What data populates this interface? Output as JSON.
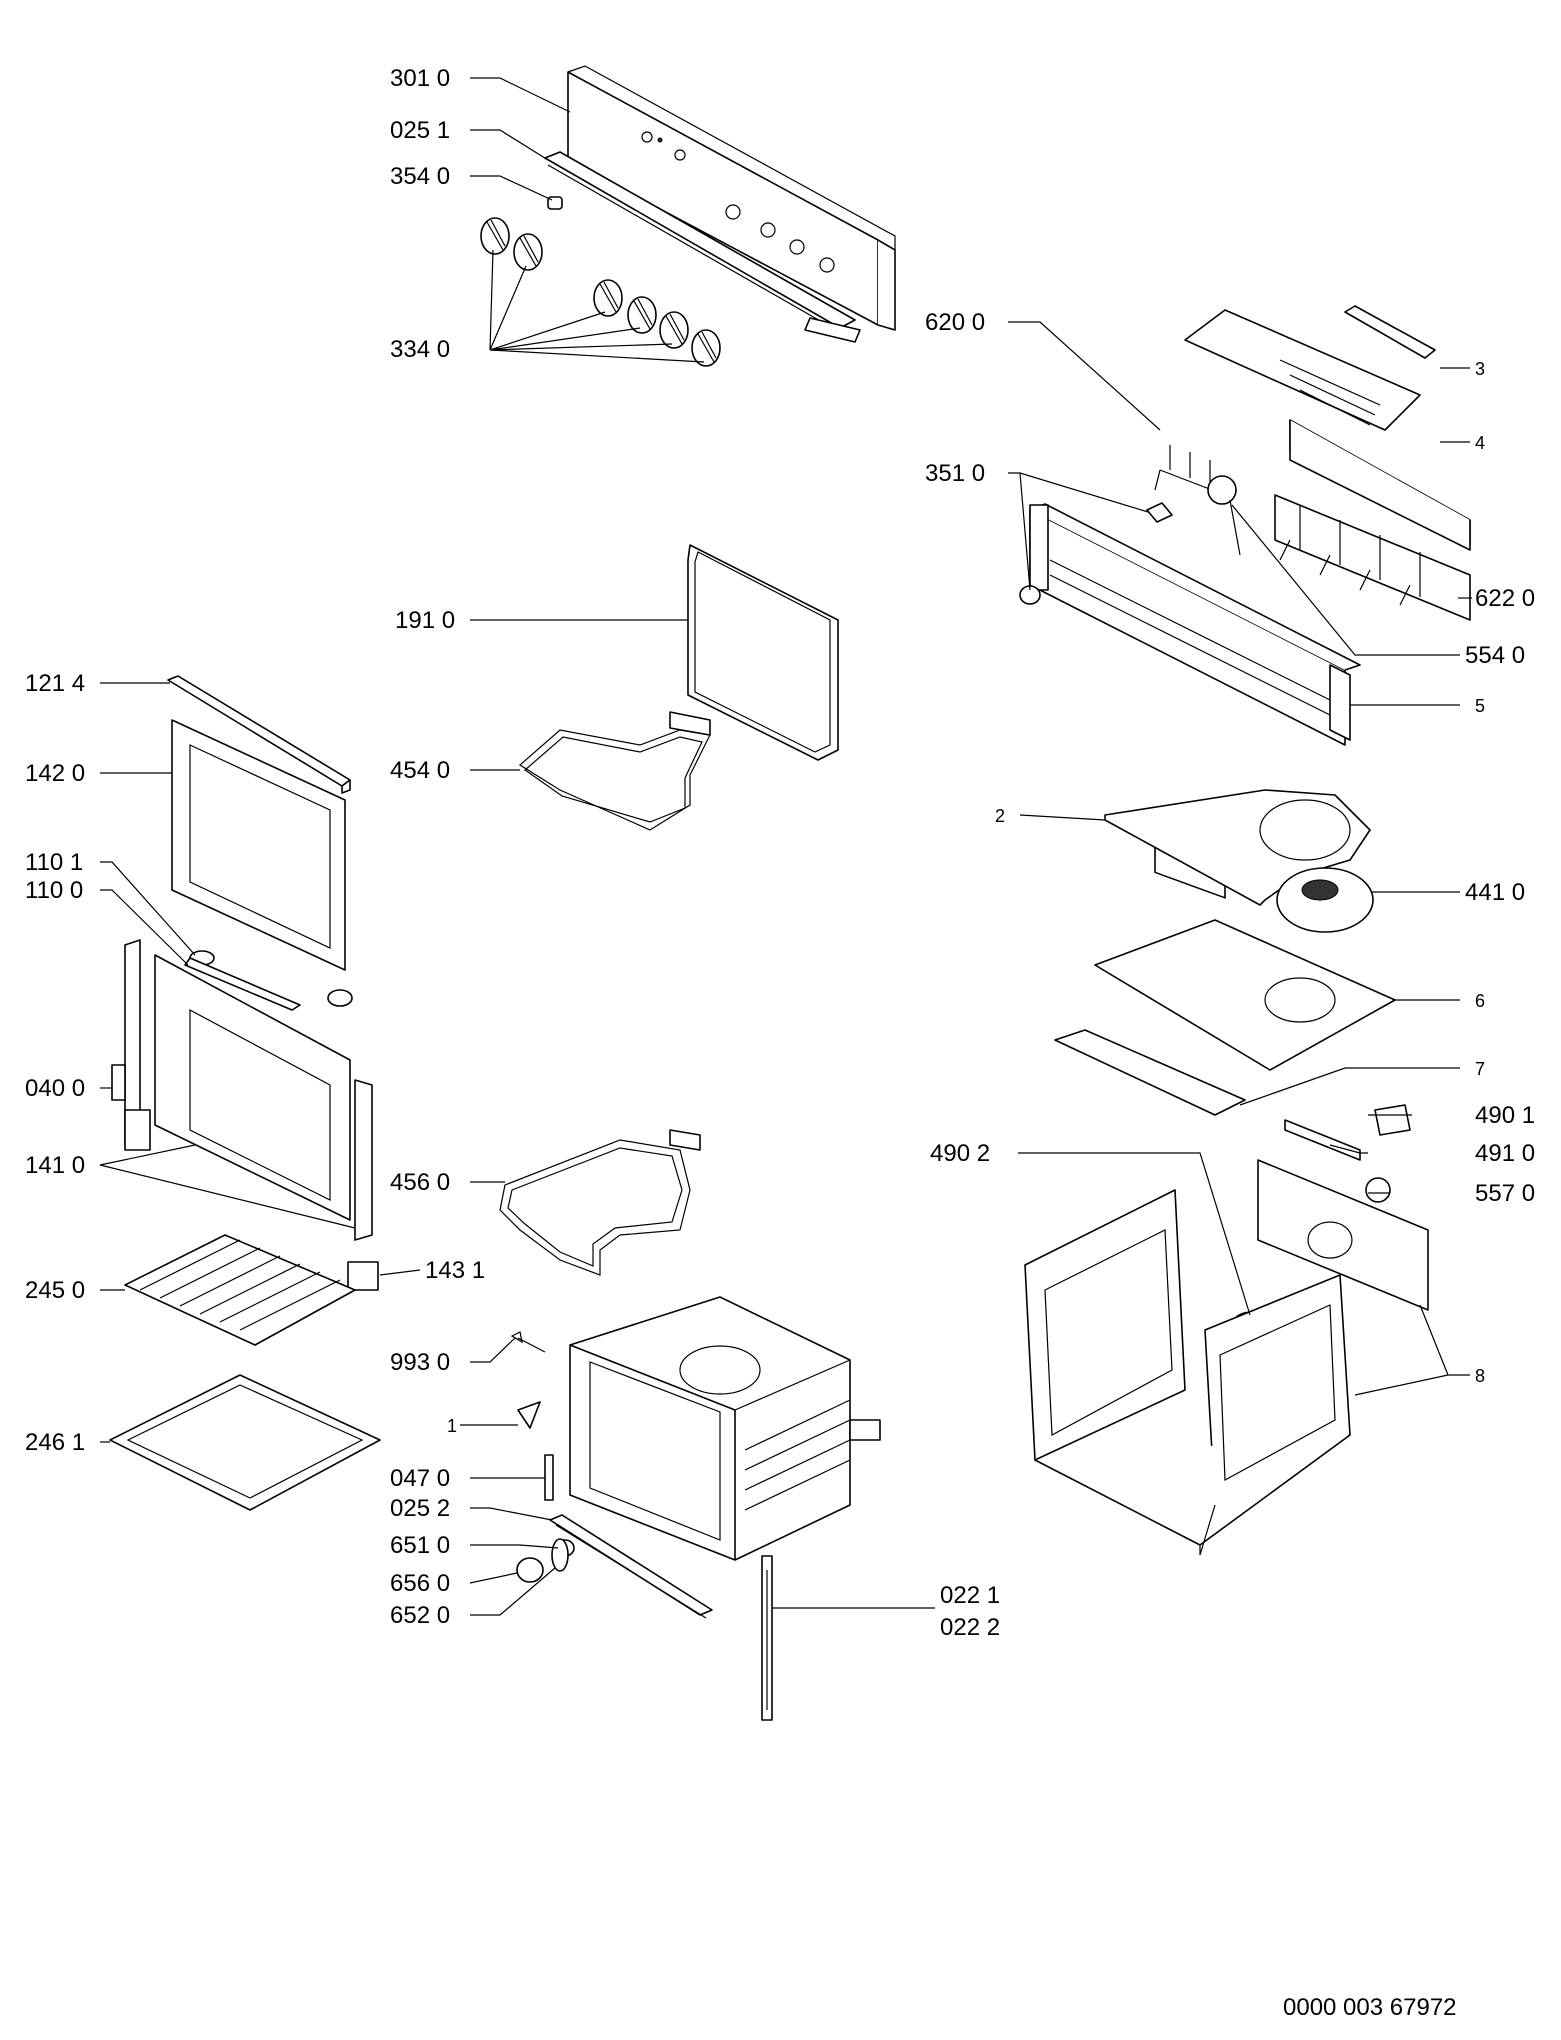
{
  "labels": {
    "l3010": "301 0",
    "l0251": "025 1",
    "l3540": "354 0",
    "l3340": "334 0",
    "l6200": "620 0",
    "l3": "3",
    "l4": "4",
    "l3510": "351 0",
    "l6220": "622 0",
    "l5540": "554 0",
    "l5": "5",
    "l1910": "191 0",
    "l1214": "121 4",
    "l1420": "142 0",
    "l4540": "454 0",
    "l2": "2",
    "l4410": "441 0",
    "l1101": "110 1",
    "l1100": "110 0",
    "l6": "6",
    "l7": "7",
    "l0400": "040 0",
    "l4901": "490 1",
    "l4902": "490 2",
    "l4910": "491 0",
    "l1410": "141 0",
    "l4560": "456 0",
    "l5570": "557 0",
    "l2450": "245 0",
    "l1431": "143 1",
    "l9930": "993 0",
    "l8": "8",
    "l1": "1",
    "l2461": "246 1",
    "l0470": "047 0",
    "l0252": "025 2",
    "l6510": "651 0",
    "l6560": "656 0",
    "l6520": "652 0",
    "l0221": "022 1",
    "l0222": "022 2"
  },
  "document_code": "0000 003 67972"
}
